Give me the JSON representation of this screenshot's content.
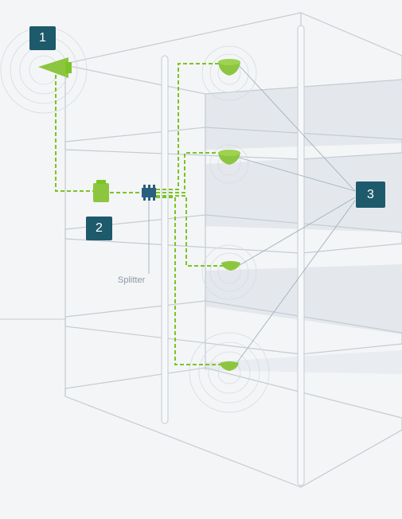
{
  "labels": {
    "badge_1": "1",
    "badge_2": "2",
    "badge_3": "3",
    "splitter": "Splitter"
  },
  "colors": {
    "cable": "#7cc424",
    "device": "#8cc63f",
    "badge": "#1d5a6b",
    "splitter": "#2a5f7e",
    "structure": "#bfc7d0",
    "wall": "#e3e7ec",
    "background": "#f4f5f7"
  },
  "icons": {
    "outdoor_antenna": "outdoor-antenna-icon",
    "booster": "booster-icon",
    "splitter": "splitter-icon",
    "indoor_antenna": "dome-antenna-icon"
  }
}
